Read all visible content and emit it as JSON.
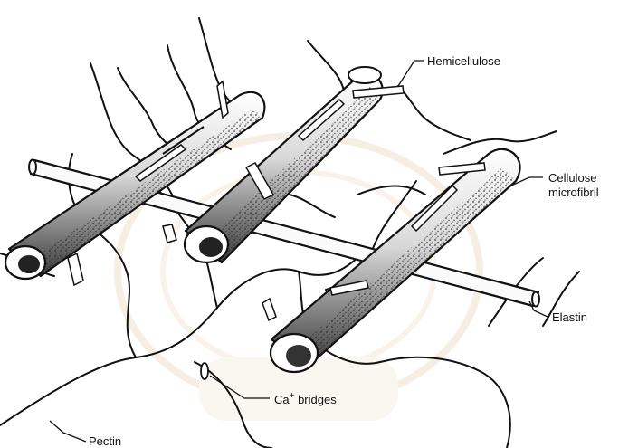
{
  "labels": {
    "hemicellulose": "Hemicellulose",
    "cellulose_line1": "Cellulose",
    "cellulose_line2": "microfibril",
    "elastin": "Elastin",
    "ca_bridges": "Ca",
    "ca_superscript": "+",
    "ca_bridges_suffix": " bridges",
    "pectin": "Pectin"
  },
  "colors": {
    "ink": "#111111",
    "fiber_fill": "#f4f4f4",
    "fiber_shade": "#555555",
    "watermark": "#f3e6d6"
  }
}
